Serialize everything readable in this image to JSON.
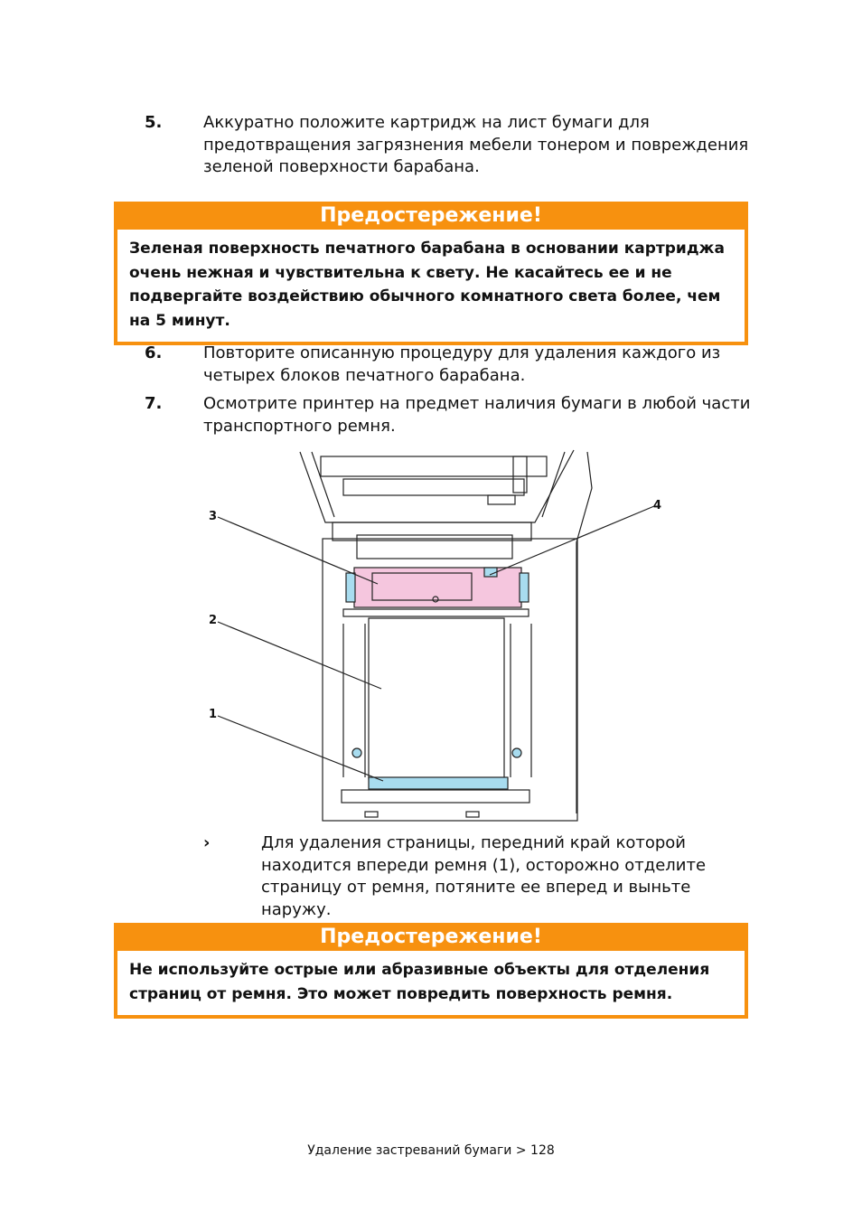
{
  "steps": [
    {
      "num": "5.",
      "text": "Аккуратно положите картридж на лист бумаги для предотвращения загрязнения мебели тонером и повреждения зеленой поверхности барабана."
    },
    {
      "num": "6.",
      "text": "Повторите описанную процедуру для удаления каждого из четырех блоков печатного барабана."
    },
    {
      "num": "7.",
      "text": "Осмотрите принтер на предмет наличия бумаги в любой части транспортного ремня."
    }
  ],
  "warnings": [
    {
      "title": "Предостережение!",
      "text": "Зеленая поверхность печатного барабана в основании картриджа очень нежная и чувствительна к свету. Не касайтесь ее и не подвергайте воздействию  обычного комнатного света более, чем на 5 минут."
    },
    {
      "title": "Предостережение!",
      "text": "Не используйте острые или абразивные объекты для отделения страниц от ремня. Это может повредить поверхность ремня."
    }
  ],
  "bullet": {
    "mark": "›",
    "text": "Для удаления страницы, передний край которой находится впереди ремня (1), осторожно отделите страницу от ремня, потяните ее вперед и выньте наружу."
  },
  "diagram": {
    "callouts": [
      "1",
      "2",
      "3",
      "4"
    ]
  },
  "footer": {
    "text": "Удаление застреваний бумаги > 128"
  },
  "colors": {
    "warning": "#f7910f",
    "drum": "#f5c6de",
    "belt": "#a8dcef"
  }
}
